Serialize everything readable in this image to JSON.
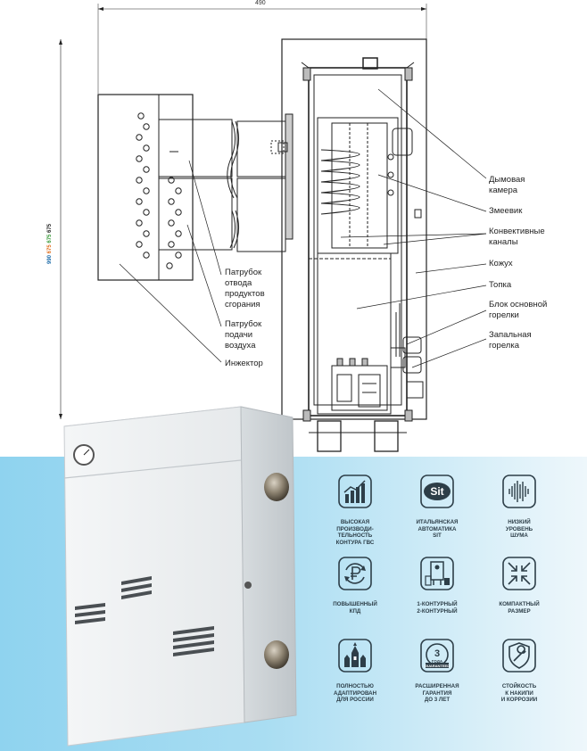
{
  "dimensions": {
    "width": "490",
    "heights": [
      "990",
      "675",
      "675",
      "675"
    ]
  },
  "labels": {
    "smoke_chamber": "Дымовая\nкамера",
    "coil": "Змеевик",
    "convective_channels": "Конвективные\nканалы",
    "casing": "Кожух",
    "firebox": "Топка",
    "main_burner": "Блок основной\nгорелки",
    "pilot_burner": "Запальная\nгорелка",
    "exhaust_pipe": "Патрубок\nотвода\nпродуктов\nсгорания",
    "air_pipe": "Патрубок\nподачи\nвоздуха",
    "injector": "Инжектор"
  },
  "features": [
    {
      "icon": "bar-chart-icon",
      "caption": "ВЫСОКАЯ\nПРОИЗВОДИ-\nТЕЛЬНОСТЬ\nКОНТУРА ГВС"
    },
    {
      "icon": "sit-logo-icon",
      "caption": "ИТАЛЬЯНСКАЯ\nАВТОМАТИКА\nSIT",
      "logo_text": "Sit"
    },
    {
      "icon": "sound-wave-icon",
      "caption": "НИЗКИЙ\nУРОВЕНЬ\nШУМА"
    },
    {
      "icon": "ruble-cycle-icon",
      "caption": "ПОВЫШЕННЫЙ\nКПД"
    },
    {
      "icon": "boiler-icon",
      "caption": "1-КОНТУРНЫЙ\n2-КОНТУРНЫЙ"
    },
    {
      "icon": "compact-arrows-icon",
      "caption": "КОМПАКТНЫЙ\nРАЗМЕР"
    },
    {
      "icon": "kremlin-icon",
      "caption": "ПОЛНОСТЬЮ\nАДАПТИРОВАН\nДЛЯ РОССИИ"
    },
    {
      "icon": "guarantee-badge-icon",
      "caption": "РАСШИРЕННАЯ\nГАРАНТИЯ\nДО 3 ЛЕТ",
      "badge_number": "3",
      "badge_word": "ГОДА",
      "badge_guarantee": "GUARANTEED"
    },
    {
      "icon": "wrench-shield-icon",
      "caption": "СТОЙКОСТЬ\nК НАКИПИ\nИ КОРРОЗИИ"
    }
  ],
  "colors": {
    "band": "#a9ddf2",
    "icon_stroke": "#2d3e48",
    "line": "#222222"
  }
}
